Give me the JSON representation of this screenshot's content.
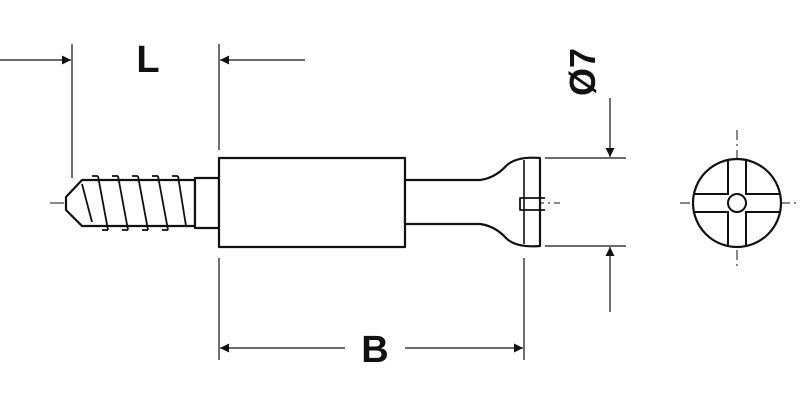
{
  "labels": {
    "length_l": "L",
    "length_b": "B",
    "diameter": "Ø7"
  },
  "colors": {
    "line": "#111111",
    "background": "#ffffff"
  }
}
